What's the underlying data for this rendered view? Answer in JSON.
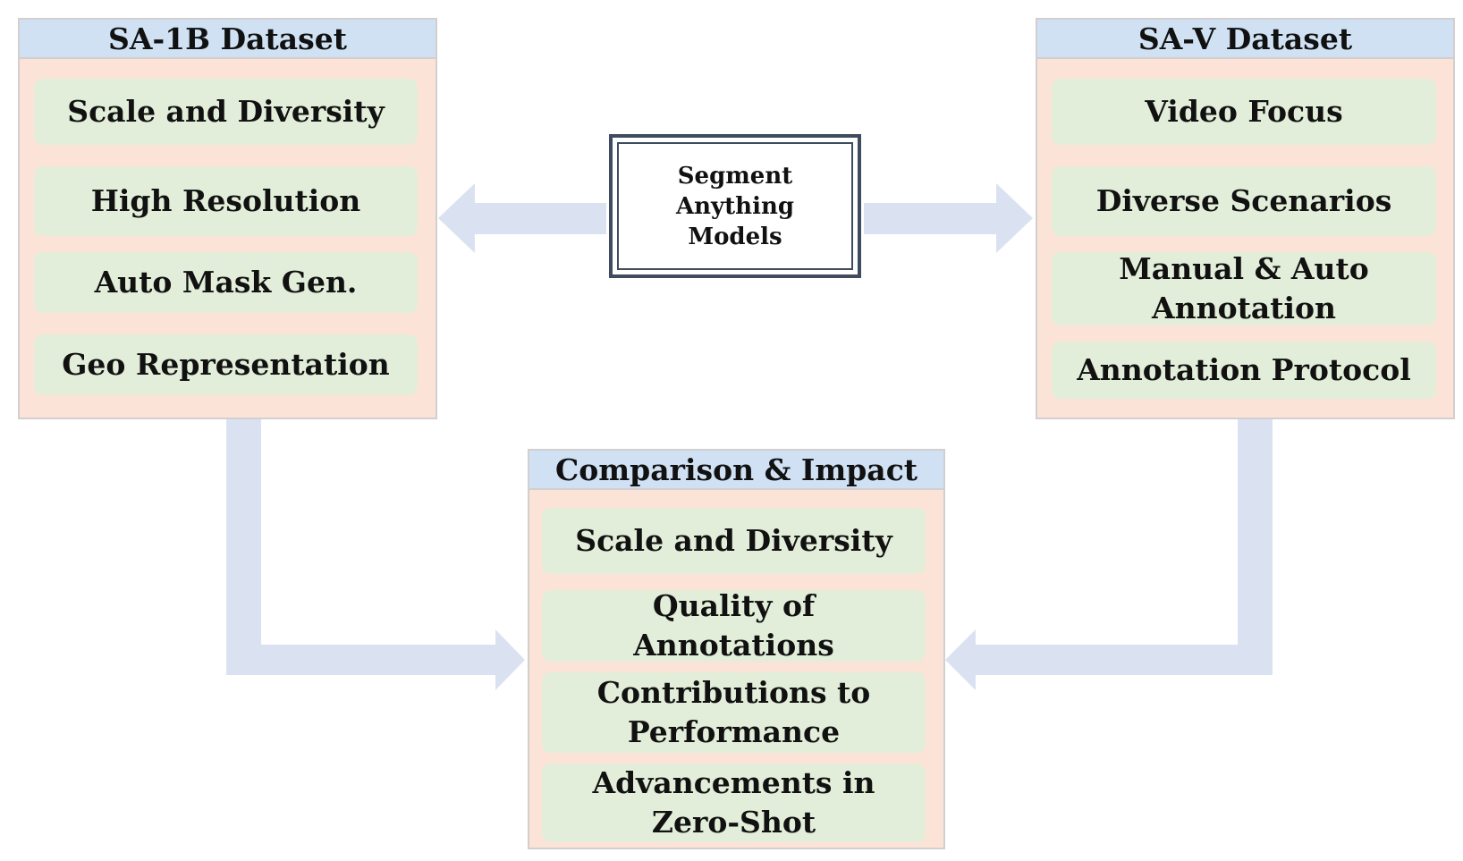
{
  "center": {
    "label": "Segment Anything Models"
  },
  "sa1b": {
    "title": "SA-1B Dataset",
    "items": [
      "Scale and Diversity",
      "High Resolution",
      "Auto Mask Gen.",
      "Geo Representation"
    ]
  },
  "sav": {
    "title": "SA-V Dataset",
    "items": [
      "Video Focus",
      "Diverse Scenarios",
      "Manual & Auto Annotation",
      "Annotation Protocol"
    ]
  },
  "comparison": {
    "title": "Comparison & Impact",
    "items": [
      "Scale and Diversity",
      "Quality of Annotations",
      "Contributions to Performance",
      "Advancements in Zero-Shot"
    ]
  },
  "colors": {
    "panel_fill": "#fbe3d8",
    "header_fill": "#cfe1f3",
    "item_fill": "#e2eed9",
    "arrow_fill": "#dae2f1",
    "center_border": "#3f4b5e"
  }
}
